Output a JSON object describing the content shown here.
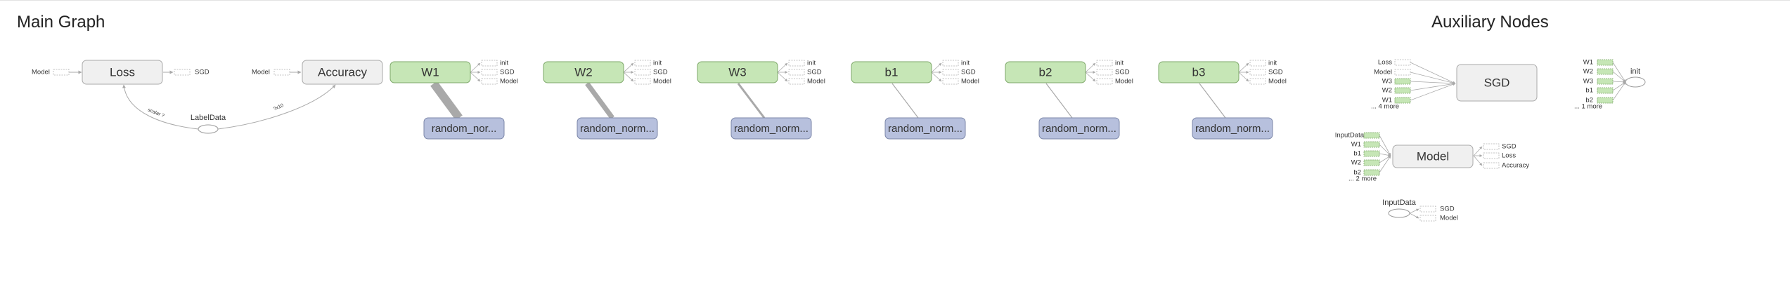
{
  "main_title": "Main Graph",
  "aux_title": "Auxiliary Nodes",
  "colors": {
    "group_fill": "#f0f0f0",
    "group_stroke": "#aaaaaa",
    "var_fill": "#c6e6b6",
    "var_stroke": "#7ea86a",
    "op_fill": "#b7c0dd",
    "op_stroke": "#7b86a8",
    "edge": "#a9a9a9"
  },
  "main": {
    "loss": {
      "label": "Loss",
      "in": "Model",
      "out": "SGD"
    },
    "accuracy": {
      "label": "Accuracy",
      "in": "Model"
    },
    "label_data": {
      "label": "LabelData"
    },
    "edge_labels": [
      "scalar ?",
      "?x10"
    ],
    "variables": [
      {
        "label": "W1",
        "outs": [
          "init",
          "SGD",
          "Model"
        ],
        "child": "random_nor..."
      },
      {
        "label": "W2",
        "outs": [
          "init",
          "SGD",
          "Model"
        ],
        "child": "random_norm..."
      },
      {
        "label": "W3",
        "outs": [
          "init",
          "SGD",
          "Model"
        ],
        "child": "random_norm..."
      },
      {
        "label": "b1",
        "outs": [
          "init",
          "SGD",
          "Model"
        ],
        "child": "random_norm..."
      },
      {
        "label": "b2",
        "outs": [
          "init",
          "SGD",
          "Model"
        ],
        "child": "random_norm..."
      },
      {
        "label": "b3",
        "outs": [
          "init",
          "SGD",
          "Model"
        ],
        "child": "random_norm..."
      }
    ]
  },
  "aux": {
    "sgd": {
      "label": "SGD",
      "inputs": [
        "Loss",
        "Model",
        "W3",
        "W2",
        "W1"
      ],
      "more": "... 4 more"
    },
    "init": {
      "label": "init",
      "inputs": [
        "W1",
        "W2",
        "W3",
        "b1",
        "b2"
      ],
      "more": "... 1 more"
    },
    "model": {
      "label": "Model",
      "inputs": [
        "InputData",
        "W1",
        "b1",
        "W2",
        "b2"
      ],
      "more": "... 2 more",
      "outs": [
        "SGD",
        "Loss",
        "Accuracy"
      ]
    },
    "input_data": {
      "label": "InputData",
      "outs": [
        "SGD",
        "Model"
      ]
    }
  }
}
